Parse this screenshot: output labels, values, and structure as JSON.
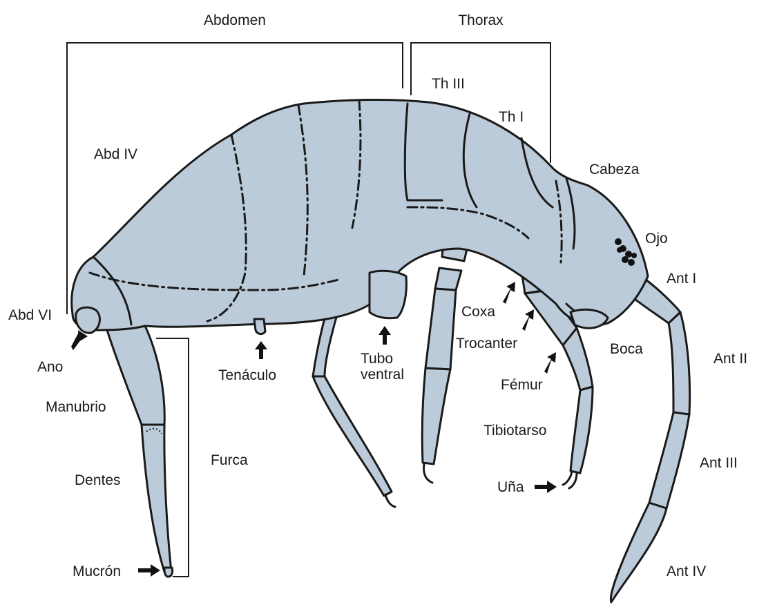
{
  "labels": {
    "abdomen": "Abdomen",
    "thorax": "Thorax",
    "th3": "Th III",
    "th1": "Th I",
    "abd4": "Abd IV",
    "cabeza": "Cabeza",
    "ojo": "Ojo",
    "ant1": "Ant I",
    "abd6": "Abd VI",
    "coxa": "Coxa",
    "trocanter": "Trocanter",
    "boca": "Boca",
    "ano": "Ano",
    "tenaculo": "Tenáculo",
    "tubo1": "Tubo",
    "tubo2": "ventral",
    "ant2": "Ant II",
    "femur": "Fémur",
    "manubrio": "Manubrio",
    "tibiotarso": "Tibiotarso",
    "furca": "Furca",
    "dentes": "Dentes",
    "ant3": "Ant III",
    "una": "Uña",
    "mucron": "Mucrón",
    "ant4": "Ant IV"
  },
  "colors": {
    "body": "#bccbd9",
    "outline": "#1a1a1a"
  }
}
